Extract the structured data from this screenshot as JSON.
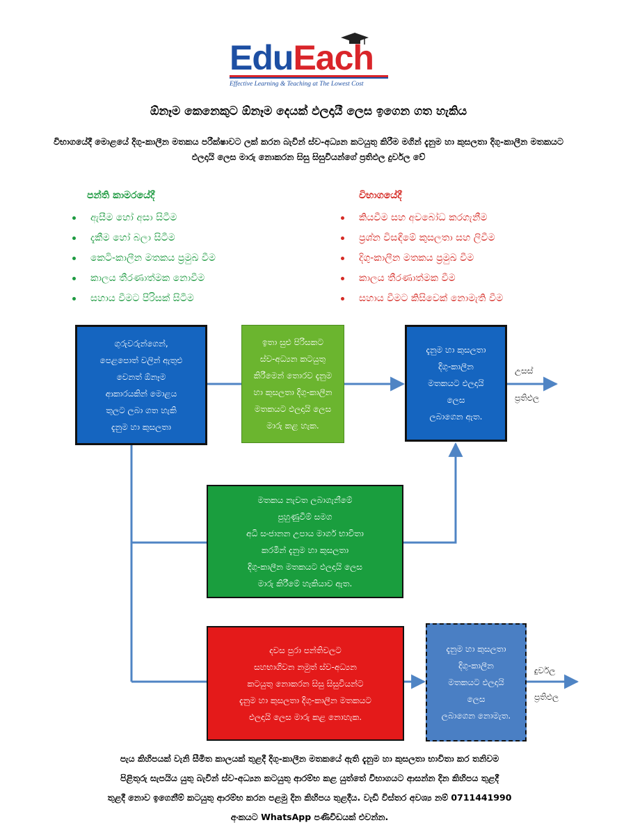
{
  "logo": {
    "brand_part1": "Edu",
    "brand_part2": "Each",
    "tagline": "Effective Learning & Teaching at The Lowest Cost",
    "colors": {
      "blue": "#1d4fa3",
      "red": "#d9252a"
    }
  },
  "headline": "ඕනෑම කෙනෙකුට ඕනෑම දෙයක් ඵලදායී ලෙස ඉගෙන ගත හැකිය",
  "intro": "විභාගයේදී මොළයේ දිගු-කාලීන මතකය පරීක්ෂාවට ලක් කරන බැවින් ස්ව-අධ්‍යන කටයුතු කිරීම මගින් දැනුම හා කුසලතා දිගු-කාලීන මතකයට ඵලදායි ලෙස මාරු නොකරන සිසු සිසුවියන්ගේ ප්‍රතිඵල දුර්වල වේ",
  "classroom": {
    "title": "පන්ති කාමරයේදී",
    "items": [
      "ඇසීම හෝ අසා සිටීම",
      "දැකීම හෝ බලා සිටීම",
      "කෙටි-කාලීන මතකය ප්‍රමුඛ වීම",
      "කාලය තීරණාත්මක නොවීම",
      "සහාය වීමට පිරිසක් සිටීම"
    ],
    "color": "#1e9a41"
  },
  "exam": {
    "title": "විභාගයේදී",
    "items": [
      "කියවීම සහ අවබෝධ කරගැනීම",
      "ප්‍රශ්න විසඳීමේ කුසලතා සහ ලිවීම",
      "දිගු-කාලීන මතකය ප්‍රමුඛ වීම",
      "කාලය තීරණාත්මක වීම",
      "සහාය වීමට කිසිවෙක් නොමැති වීම"
    ],
    "color": "#d52b25"
  },
  "flow": {
    "source": [
      "ගුරුවරුන්ගෙන්,",
      "පෙළපොත් වලින් ඇතුළු",
      "වෙනත් ඕනෑම",
      "ආකාරයකින් මොළය",
      "තුලට ලබා ගත හැකි",
      "දැනුම හා කුසලතා"
    ],
    "self_study": [
      "ඉතා සුළු පිරිසකට",
      "ස්ව-අධ්‍යන කටයුතු",
      "කිරීමෙන් තොරව දැනුම",
      "හා කුසලතා දිගු-කාලීන",
      "මතකයට ඵලදායි ලෙස",
      "මාරු කළ හැක."
    ],
    "retained": [
      "දැනුම හා කුසලතා",
      "දිගු-කාලීන",
      "මතකයට ඵලදායි",
      "ලෙස",
      "ලබාගෙන ඇත."
    ],
    "recall": [
      "මතකය නැවත ලබාගැනීමේ",
      "පුහුණුවීම් සමග",
      "අධි සංජානන උපාය මාර්ග භාවිතා",
      "කරමින් දැනුම හා කුසලතා",
      "දිගු-කාලීන මතකයට ඵලදායි ලෙස",
      "මාරු කිරීමේ හැකියාව ඇත."
    ],
    "no_self_study": [
      "දවස පුරා පන්තිවලට",
      "සහභාගිවන නමුත් ස්ව-අධ්‍යන",
      "කටයුතු නොකරන සිසු සිසුවියන්ට",
      "දැනුම හා කුසලතා දිගු-කාලීන මතකයට",
      "ඵලදායි ලෙස මාරු කළ නොහැක."
    ],
    "not_retained": [
      "දැනුම හා කුසලතා",
      "දිගු-කාලීන",
      "මතකයට ඵලදායි",
      "ලෙස",
      "ලබාගෙන නොමැත."
    ],
    "high_result": [
      "උසස්",
      "ප්‍රතිඵල"
    ],
    "weak_result": [
      "දුර්වල",
      "ප්‍රතිඵල"
    ],
    "colors": {
      "blue": "#1565c0",
      "light_green": "#6bb52f",
      "green": "#1a9e3e",
      "red": "#e41a1a",
      "light_blue": "#4a7fc4",
      "arrow": "#4f84c4"
    }
  },
  "footer": [
    "පැය කිහිපයක් වැනි සීමිත කාලයක් තුළදී දිගු-කාලීන මතකයේ ඇති දැනුම හා කුසලතා භාවිතා කර තනිවම",
    "පිළිතුරු සැපයිය යුතු බැවින් ස්ව-අධ්‍යන කටයුතු ආරම්භ කළ යුත්තේ විභාගයට ආසන්න දින කිහිපය තුළදී",
    "තුළදී නොව ඉගෙනීම් කටයුතු ආරම්භ කරන පළමු දින කිහිපය තුළදීය. වැඩි විස්තර අවශ්‍ය නම් 0711441990",
    "අංකයට WhatsApp පණිවිඩයක් එවන්න."
  ]
}
